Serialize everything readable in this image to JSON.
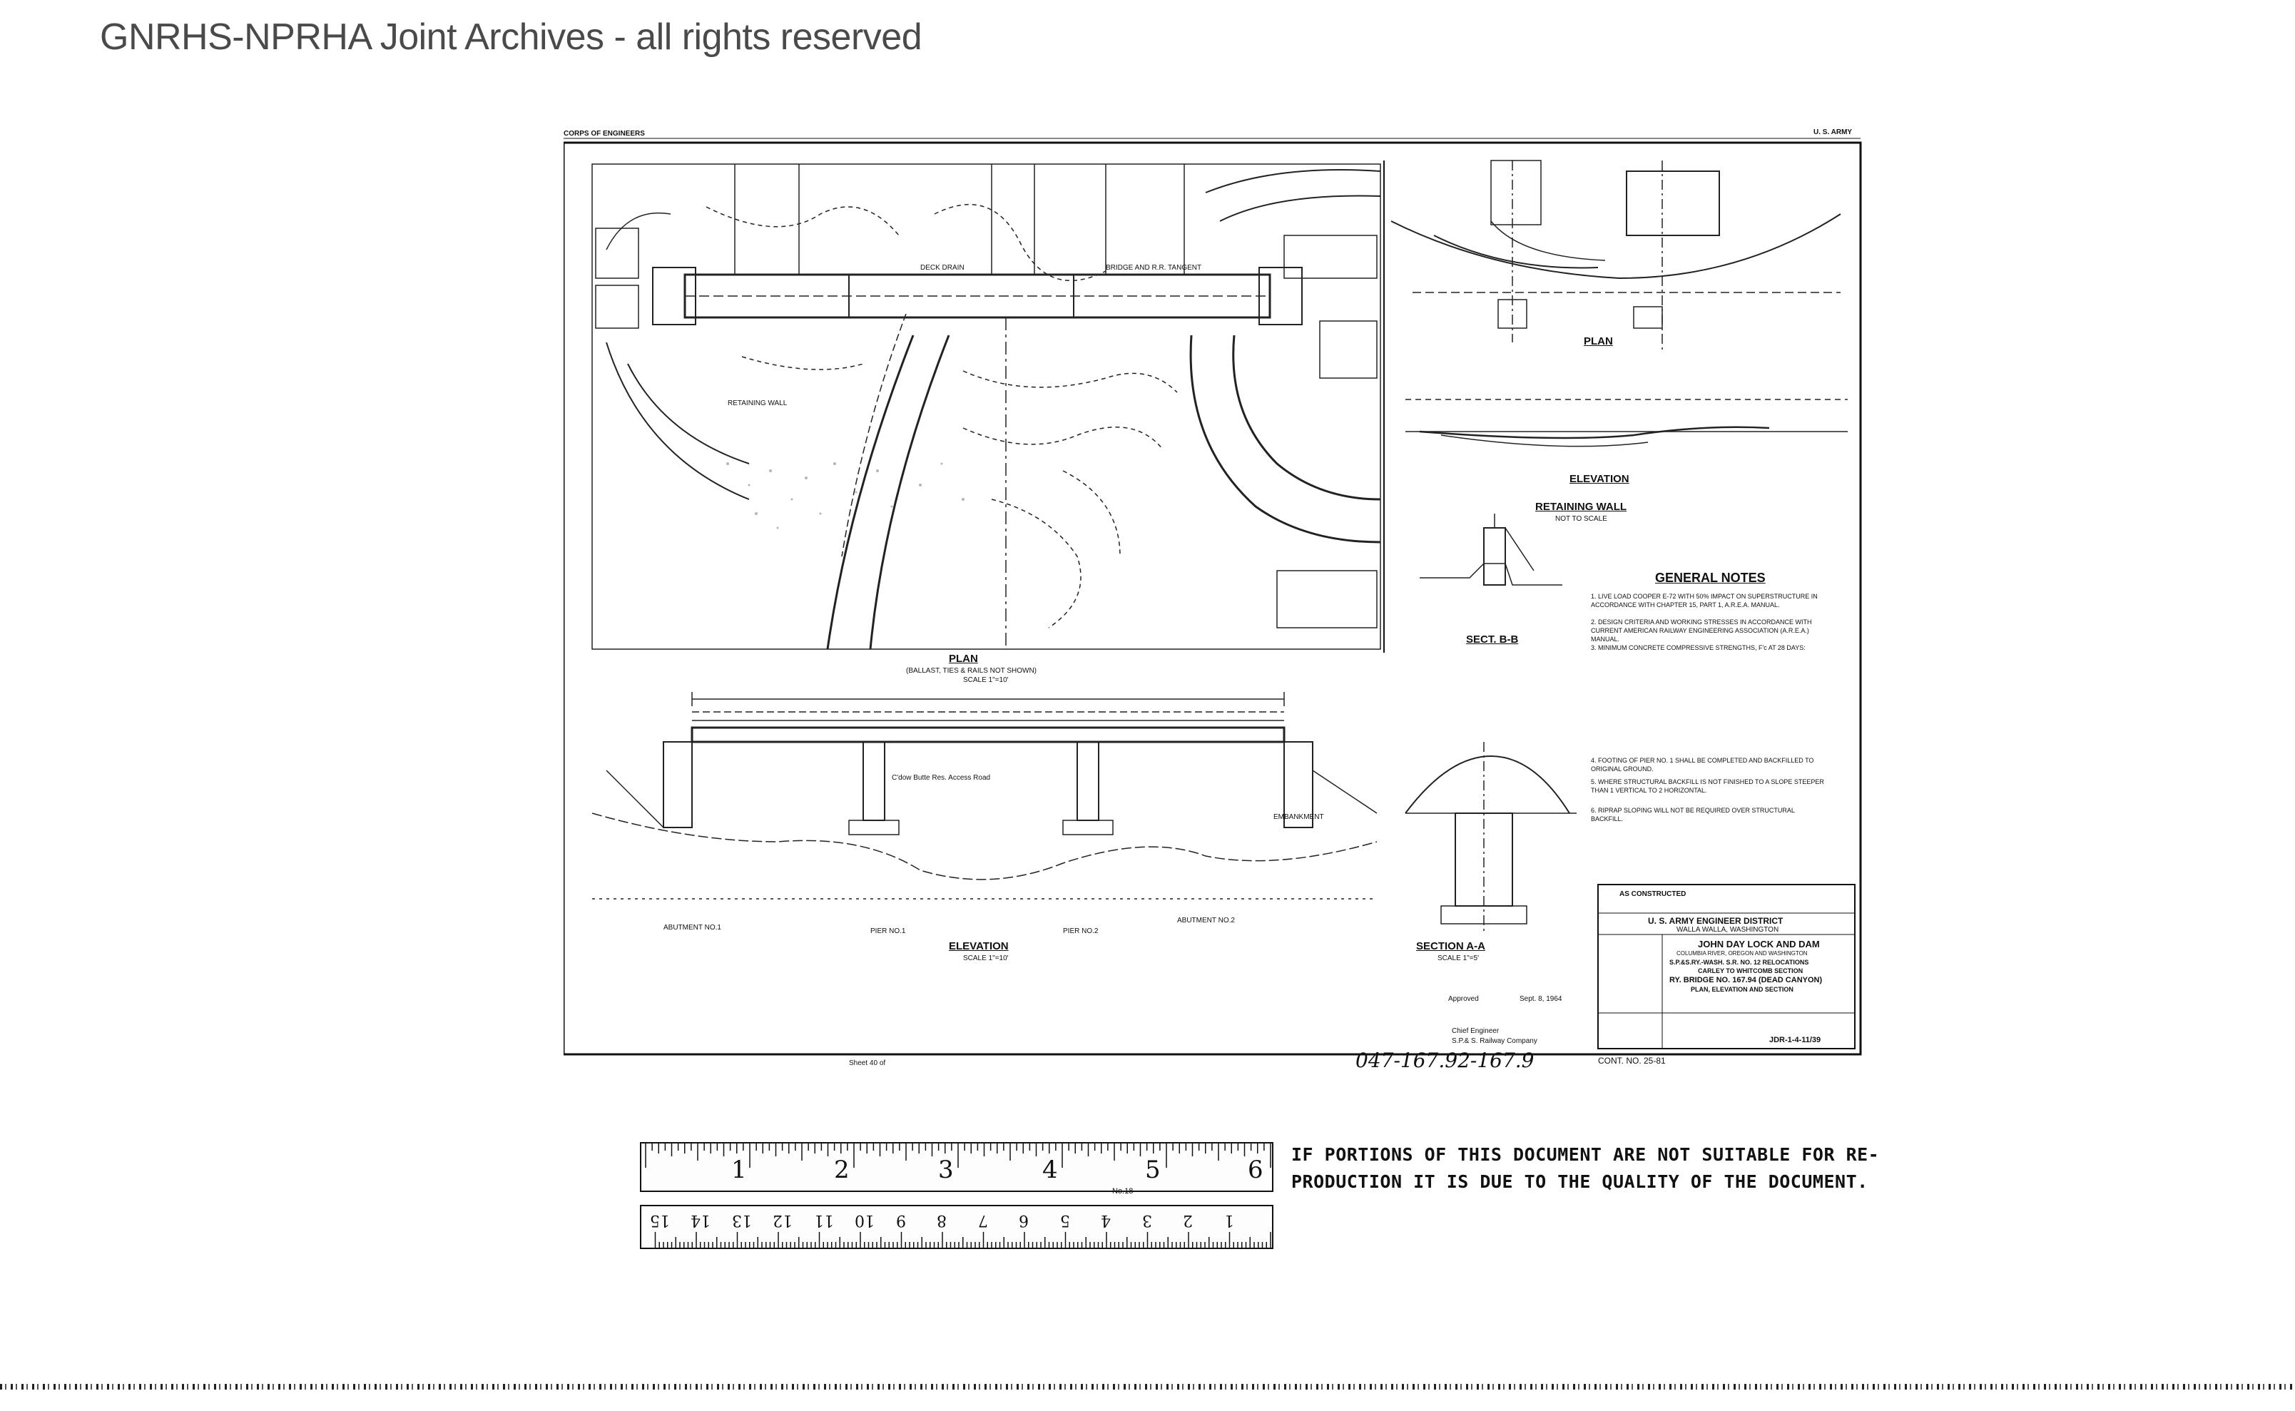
{
  "watermark": "GNRHS-NPRHA Joint Archives - all rights reserved",
  "sheet": {
    "corner_left": "CORPS OF ENGINEERS",
    "corner_right": "U. S. ARMY",
    "views": {
      "plan_main": {
        "title": "PLAN",
        "subtitle": "(BALLAST, TIES & RAILS NOT SHOWN)",
        "scale": "SCALE 1\"=10'"
      },
      "plan_wall": {
        "title": "PLAN"
      },
      "elevation_wall": {
        "title": "ELEVATION"
      },
      "retaining_wall": {
        "title": "RETAINING WALL",
        "scale": "NOT TO SCALE"
      },
      "section_bb": {
        "title": "SECT. B-B"
      },
      "elevation_main": {
        "title": "ELEVATION",
        "scale": "SCALE 1\"=10'"
      },
      "section_aa": {
        "title": "SECTION A-A",
        "scale": "SCALE 1\"=5'"
      }
    },
    "labels": {
      "abutment1": "ABUTMENT NO.1",
      "pier1": "PIER NO.1",
      "pier2": "PIER NO.2",
      "abutment2": "ABUTMENT NO.2",
      "retaining_wall": "RETAINING WALL",
      "deck_drain": "DECK DRAIN",
      "bridge": "BRIDGE AND R.R. TANGENT",
      "embankment": "EMBANKMENT",
      "access_road": "C'dow Butte Res. Access Road"
    },
    "general_notes": {
      "title": "GENERAL NOTES",
      "items": [
        "1. LIVE LOAD COOPER E-72 WITH 50% IMPACT ON SUPERSTRUCTURE IN ACCORDANCE WITH CHAPTER 15, PART 1, A.R.E.A. MANUAL.",
        "2. DESIGN CRITERIA AND WORKING STRESSES IN ACCORDANCE WITH CURRENT AMERICAN RAILWAY ENGINEERING ASSOCIATION (A.R.E.A.) MANUAL.",
        "3. MINIMUM CONCRETE COMPRESSIVE STRENGTHS, F'c AT 28 DAYS:",
        "4. FOOTING OF PIER NO. 1 SHALL BE COMPLETED AND BACKFILLED TO ORIGINAL GROUND.",
        "5. WHERE STRUCTURAL BACKFILL IS NOT FINISHED TO A SLOPE STEEPER THAN 1 VERTICAL TO 2 HORIZONTAL.",
        "6. RIPRAP SLOPING WILL NOT BE REQUIRED OVER STRUCTURAL BACKFILL."
      ]
    },
    "title_block": {
      "as_constructed": "AS CONSTRUCTED",
      "district": "U. S. ARMY ENGINEER DISTRICT",
      "district_city": "WALLA WALLA, WASHINGTON",
      "project": "JOHN DAY LOCK AND DAM",
      "line1": "COLUMBIA RIVER, OREGON AND WASHINGTON",
      "line2": "S.P.&S.RY.-WASH. S.R. NO. 12 RELOCATIONS",
      "line3": "CARLEY TO WHITCOMB SECTION",
      "line4": "RY. BRIDGE NO. 167.94 (DEAD CANYON)",
      "line5": "PLAN, ELEVATION AND SECTION",
      "drawing_no": "JDR-1-4-11/39",
      "approved": "Approved",
      "approved_date": "Sept. 8, 1964",
      "approved_by": "Chief Engineer",
      "company": "S.P.& S. Railway Company"
    },
    "sheet_no": "Sheet 40 of",
    "hand_number": "047-167.92-167.9",
    "contract": "CONT. NO. 25-81"
  },
  "ruler": {
    "inch_marks": [
      "1",
      "2",
      "3",
      "4",
      "5",
      "6"
    ],
    "cm_marks": [
      "15",
      "14",
      "13",
      "12",
      "11",
      "10",
      "9",
      "8",
      "7",
      "6",
      "5",
      "4",
      "3",
      "2",
      "1"
    ],
    "product": "No.18"
  },
  "disclaimer": "IF PORTIONS OF THIS DOCUMENT ARE NOT SUITABLE FOR RE-PRODUCTION IT IS DUE TO THE QUALITY OF THE DOCUMENT."
}
